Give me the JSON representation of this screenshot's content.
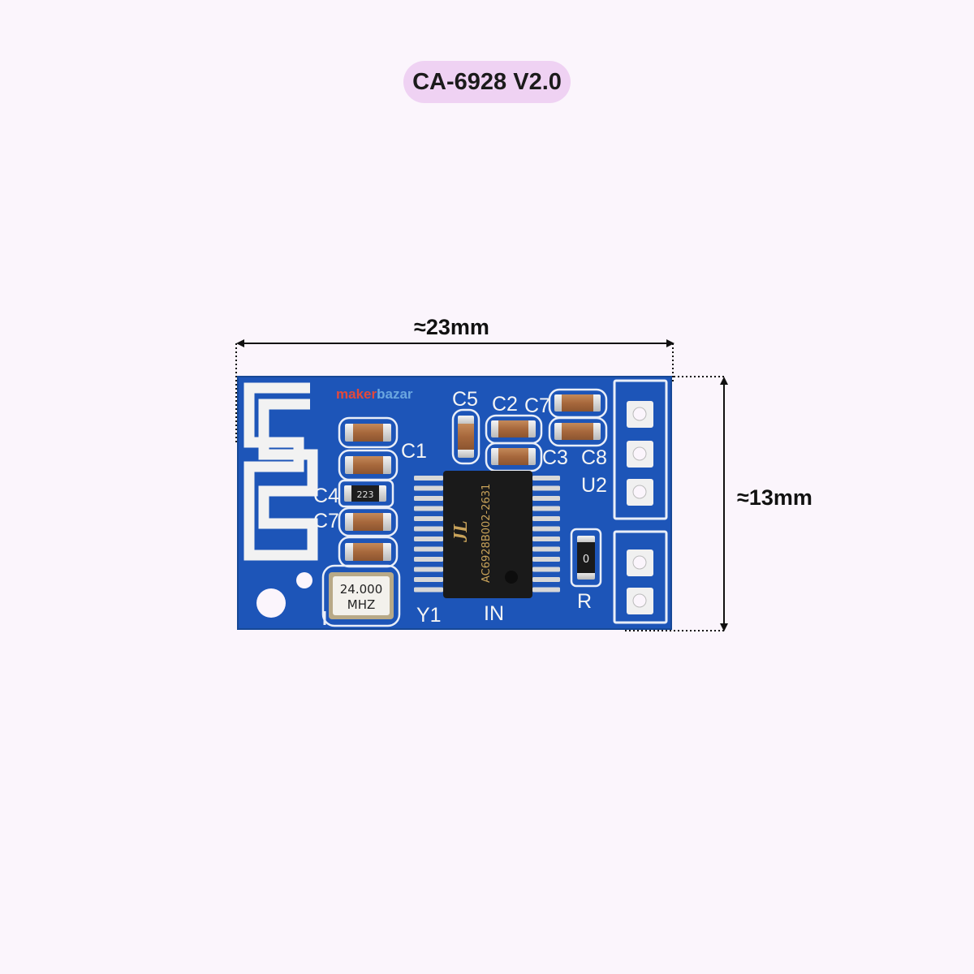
{
  "header": {
    "title": "CA-6928 V2.0"
  },
  "dimensions": {
    "width": "≈23mm",
    "height": "≈13mm"
  },
  "board": {
    "brand": {
      "part1": "maker",
      "part2": "bazar",
      "color1": "#e3493a",
      "color2": "#6aa6e0"
    },
    "pcb_color": "#1d55b8",
    "chip_marking": "AC6928B002-2631",
    "chip_logo": "JL",
    "crystal": {
      "line1": "24.000",
      "line2": "MHZ"
    },
    "cap_223": "223",
    "resistor_mark": "0",
    "silkscreen": {
      "c1": "C1",
      "c2": "C2",
      "c3": "C3",
      "c4": "C4",
      "c5": "C5",
      "c7_top": "C7",
      "c7_left": "C7",
      "c8": "C8",
      "u2": "U2",
      "y1": "Y1",
      "in": "IN",
      "r": "R"
    }
  }
}
